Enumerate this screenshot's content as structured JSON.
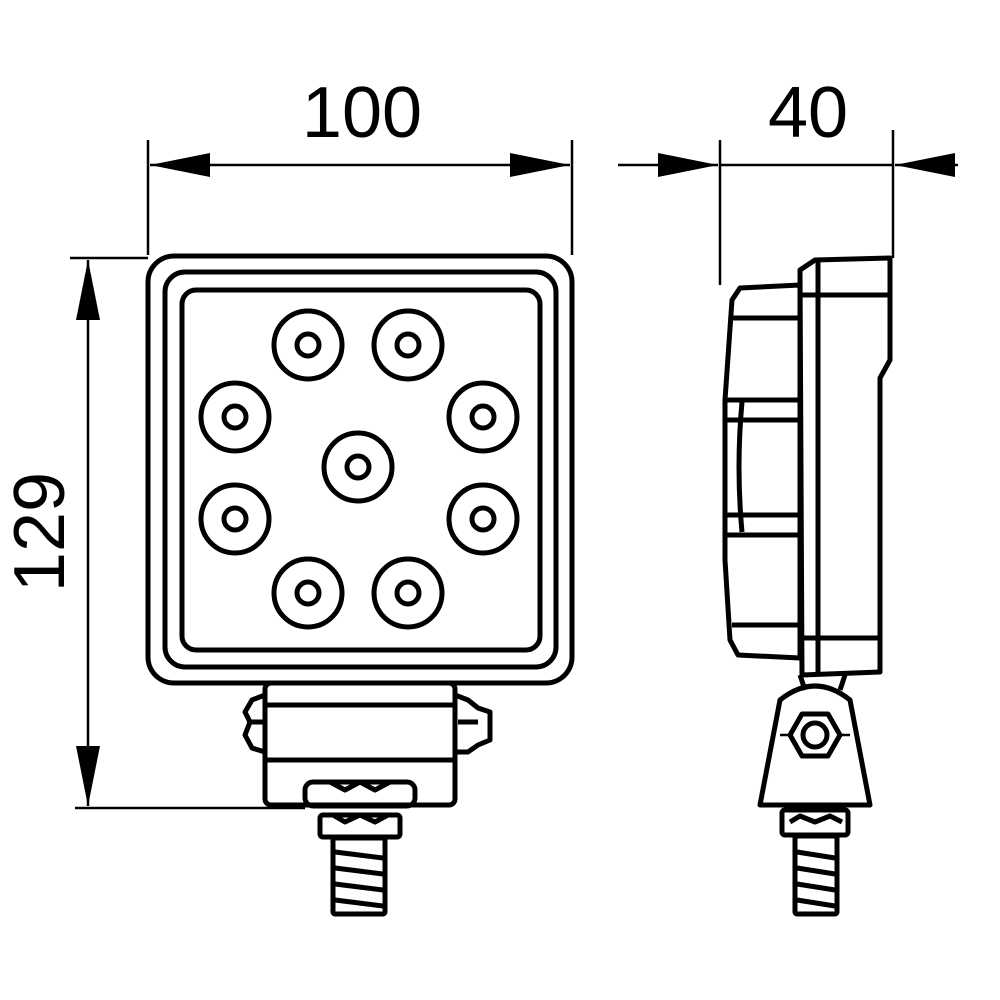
{
  "dimensions": {
    "width": "100",
    "height": "129",
    "depth": "40"
  },
  "led_count": 9,
  "colors": {
    "line": "#000000",
    "background": "#ffffff"
  }
}
